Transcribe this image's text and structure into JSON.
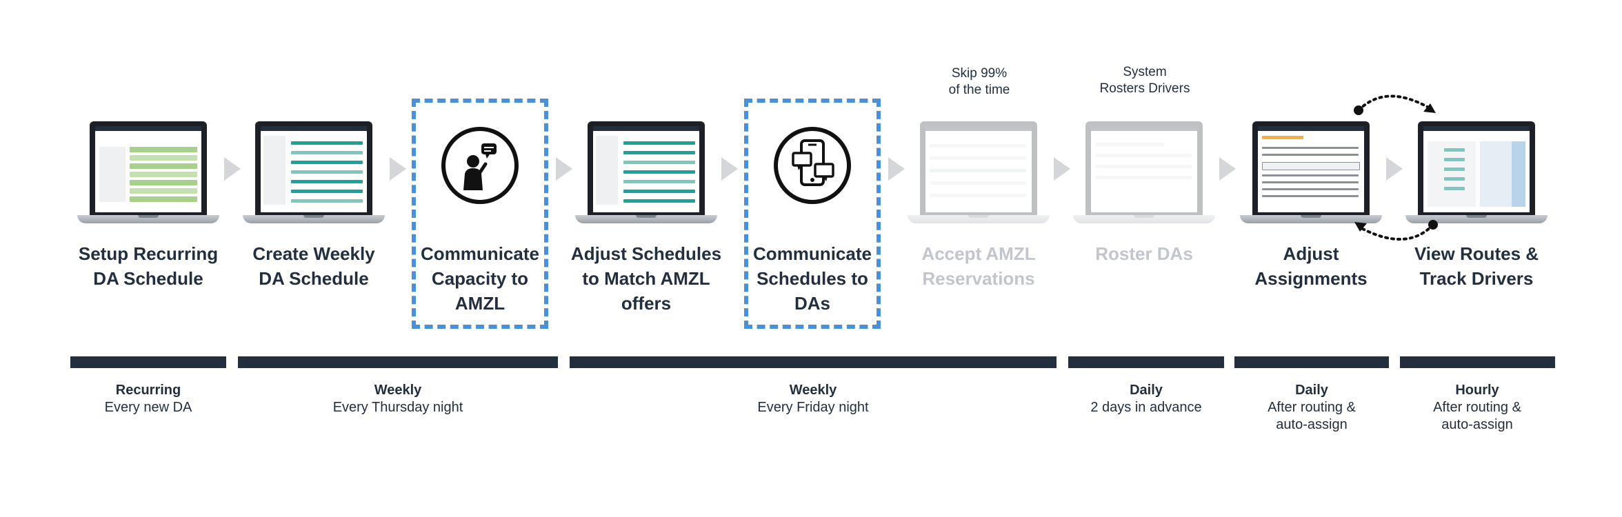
{
  "steps": [
    {
      "label": "Setup Recurring\nDA Schedule",
      "faded": false
    },
    {
      "label": "Create Weekly\nDA Schedule",
      "faded": false
    },
    {
      "label": "Communicate\nCapacity to\nAMZL",
      "faded": false
    },
    {
      "label": "Adjust Schedules\nto Match AMZL\noffers",
      "faded": false
    },
    {
      "label": "Communicate\nSchedules to\nDAs",
      "faded": false
    },
    {
      "label": "Accept AMZL\nReservations",
      "faded": true
    },
    {
      "label": "Roster DAs",
      "faded": true
    },
    {
      "label": "Adjust\nAssignments",
      "faded": false
    },
    {
      "label": "View Routes &\nTrack Drivers",
      "faded": false
    }
  ],
  "notes": {
    "skip": "Skip 99%\nof the time",
    "system": "System\nRosters Drivers"
  },
  "icons": {
    "capacity": "person-speech-bubble-icon",
    "schedules": "phone-chat-icon"
  },
  "timeline": [
    {
      "frequency": "Recurring",
      "detail": "Every new DA"
    },
    {
      "frequency": "Weekly",
      "detail": "Every Thursday night"
    },
    {
      "frequency": "Weekly",
      "detail": "Every Friday night"
    },
    {
      "frequency": "Daily",
      "detail": "2 days in advance"
    },
    {
      "frequency": "Daily",
      "detail": "After routing &\nauto-assign"
    },
    {
      "frequency": "Hourly",
      "detail": "After routing &\nauto-assign"
    }
  ],
  "colors": {
    "dark": "#232f3e",
    "accent_blue": "#4a90d9",
    "teal": "#1aa39a",
    "green": "#a8d08d",
    "faded_text": "#c2c6cc",
    "arrow": "#d4d6d9"
  }
}
